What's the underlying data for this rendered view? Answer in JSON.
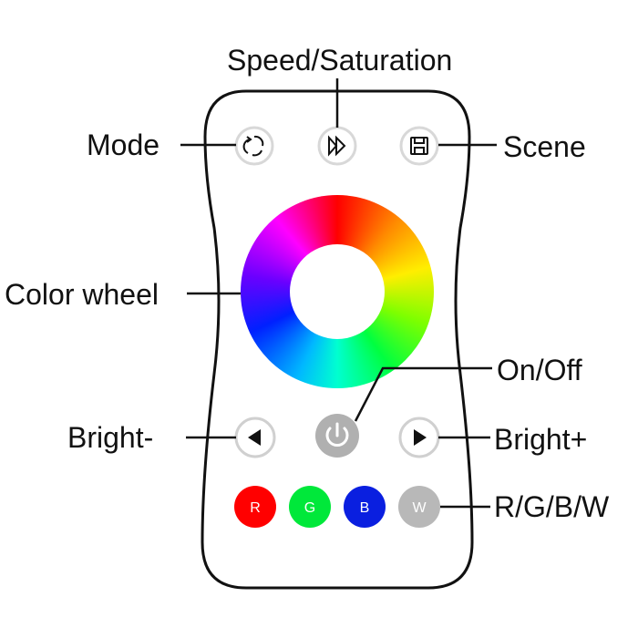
{
  "labels": {
    "speed_saturation": "Speed/Saturation",
    "mode": "Mode",
    "scene": "Scene",
    "color_wheel": "Color wheel",
    "on_off": "On/Off",
    "bright_minus": "Bright-",
    "bright_plus": "Bright+",
    "rgbw": "R/G/B/W"
  },
  "buttons": {
    "r": "R",
    "g": "G",
    "b": "B",
    "w": "W"
  },
  "colors": {
    "r": "#ff0000",
    "g": "#00e83a",
    "b": "#0a1fe0",
    "w": "#b8b8b8",
    "power": "#b0b0b0",
    "outline": "#111111"
  },
  "icons": {
    "mode": "cycle-icon",
    "speed": "fast-forward-icon",
    "scene": "save-icon",
    "power": "power-icon",
    "left": "triangle-left-icon",
    "right": "triangle-right-icon"
  }
}
